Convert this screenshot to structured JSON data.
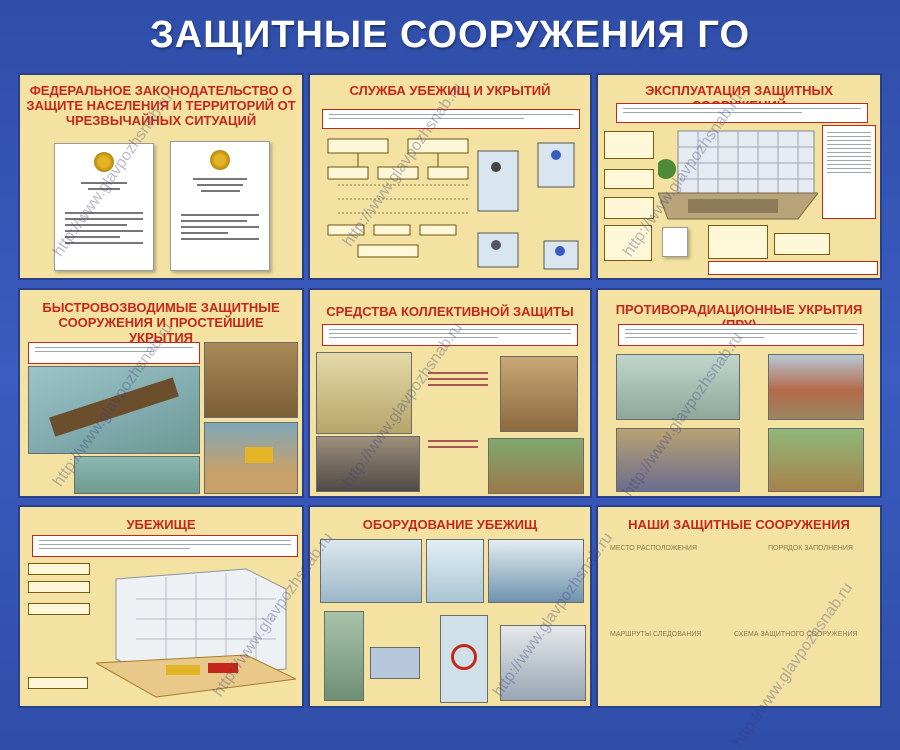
{
  "board": {
    "title": "ЗАЩИТНЫЕ СООРУЖЕНИЯ ГО",
    "background_color": "#3a57b0",
    "panel_color": "#f3e2a2",
    "title_color": "#c5271c"
  },
  "panels": [
    {
      "title": "ФЕДЕРАЛЬНОЕ ЗАКОНОДАТЕЛЬСТВО О ЗАЩИТЕ НАСЕЛЕНИЯ И ТЕРРИТОРИЙ ОТ ЧРЕЗВЫЧАЙНЫХ СИТУАЦИЙ"
    },
    {
      "title": "СЛУЖБА УБЕЖИЩ И УКРЫТИЙ"
    },
    {
      "title": "ЭКСПЛУАТАЦИЯ ЗАЩИТНЫХ СООРУЖЕНИЙ"
    },
    {
      "title": "БЫСТРОВОЗВОДИМЫЕ ЗАЩИТНЫЕ СООРУЖЕНИЯ И ПРОСТЕЙШИЕ УКРЫТИЯ"
    },
    {
      "title": "СРЕДСТВА КОЛЛЕКТИВНОЙ ЗАЩИТЫ"
    },
    {
      "title": "ПРОТИВОРАДИАЦИОННЫЕ УКРЫТИЯ (ПРУ)"
    },
    {
      "title": "УБЕЖИЩЕ"
    },
    {
      "title": "ОБОРУДОВАНИЕ УБЕЖИЩ"
    },
    {
      "title": "НАШИ ЗАЩИТНЫЕ СООРУЖЕНИЯ",
      "labels": [
        "МЕСТО РАСПОЛОЖЕНИЯ",
        "ПОРЯДОК ЗАПОЛНЕНИЯ",
        "МАРШРУТЫ СЛЕДОВАНИЯ",
        "СХЕМА ЗАЩИТНОГО СООРУЖЕНИЯ"
      ]
    }
  ],
  "watermark": {
    "text": "http://www.glavpozhsnab.ru"
  }
}
